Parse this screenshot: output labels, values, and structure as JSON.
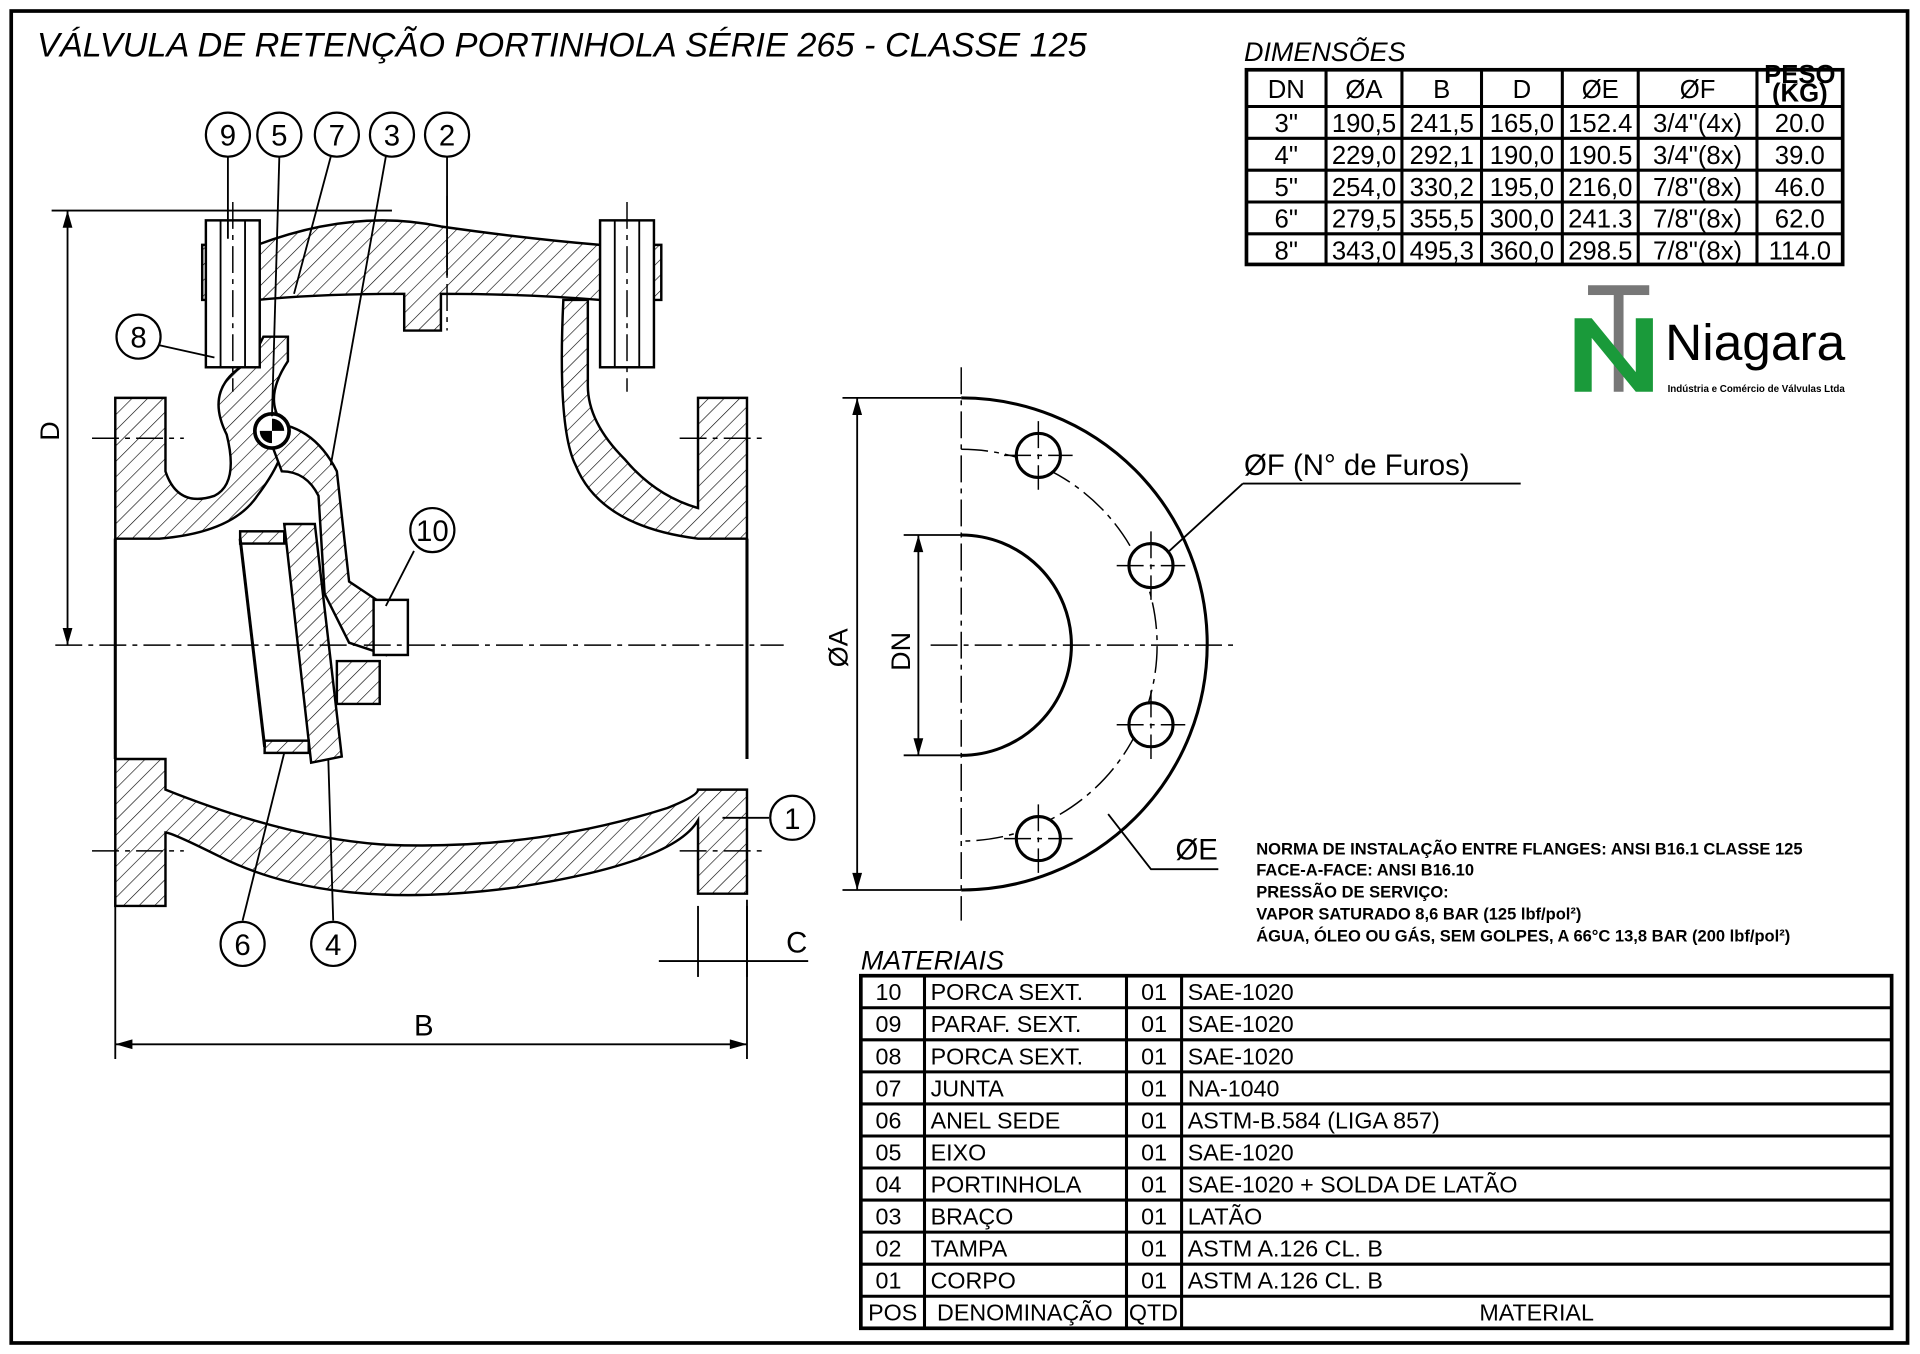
{
  "title": "VÁLVULA DE RETENÇÃO PORTINHOLA SÉRIE 265 - CLASSE 125",
  "dimensions": {
    "heading": "DIMENSÕES",
    "columns": [
      "DN",
      "ØA",
      "B",
      "D",
      "ØE",
      "ØF",
      "PESO",
      "(KG)"
    ],
    "rows": [
      [
        "3\"",
        "190,5",
        "241,5",
        "165,0",
        "152.4",
        "3/4\"(4x)",
        "20.0"
      ],
      [
        "4\"",
        "229,0",
        "292,1",
        "190,0",
        "190.5",
        "3/4\"(8x)",
        "39.0"
      ],
      [
        "5\"",
        "254,0",
        "330,2",
        "195,0",
        "216,0",
        "7/8\"(8x)",
        "46.0"
      ],
      [
        "6\"",
        "279,5",
        "355,5",
        "300,0",
        "241.3",
        "7/8\"(8x)",
        "62.0"
      ],
      [
        "8\"",
        "343,0",
        "495,3",
        "360,0",
        "298.5",
        "7/8\"(8x)",
        "114.0"
      ]
    ]
  },
  "logo": {
    "name": "Niagara",
    "tagline": "Indústria e Comércio de Válvulas Ltda",
    "green": "#1a9a3a"
  },
  "drawing": {
    "balloons": [
      "9",
      "5",
      "7",
      "3",
      "2",
      "8",
      "10",
      "1",
      "6",
      "4"
    ],
    "dim_labels": {
      "D": "D",
      "B": "B",
      "C": "C",
      "A": "ØA",
      "DN": "DN",
      "F": "ØF (N° de Furos)",
      "E": "ØE"
    }
  },
  "notes": [
    "NORMA DE INSTALAÇÃO ENTRE FLANGES: ANSI B16.1 CLASSE 125",
    "FACE-A-FACE: ANSI B16.10",
    "PRESSÃO DE SERVIÇO:",
    "VAPOR SATURADO 8,6 BAR (125 lbf/pol²)",
    "ÁGUA, ÓLEO OU GÁS, SEM GOLPES, A 66°C 13,8 BAR (200 lbf/pol²)"
  ],
  "materials": {
    "heading": "MATERIAIS",
    "rows": [
      [
        "10",
        "PORCA SEXT.",
        "01",
        "SAE-1020"
      ],
      [
        "09",
        "PARAF. SEXT.",
        "01",
        "SAE-1020"
      ],
      [
        "08",
        "PORCA SEXT.",
        "01",
        "SAE-1020"
      ],
      [
        "07",
        "JUNTA",
        "01",
        "NA-1040"
      ],
      [
        "06",
        "ANEL SEDE",
        "01",
        "ASTM-B.584 (LIGA 857)"
      ],
      [
        "05",
        "EIXO",
        "01",
        "SAE-1020"
      ],
      [
        "04",
        "PORTINHOLA",
        "01",
        "SAE-1020 + SOLDA DE LATÃO"
      ],
      [
        "03",
        "BRAÇO",
        "01",
        "LATÃO"
      ],
      [
        "02",
        "TAMPA",
        "01",
        "ASTM A.126 CL. B"
      ],
      [
        "01",
        "CORPO",
        "01",
        "ASTM A.126 CL. B"
      ]
    ],
    "footer": [
      "POS",
      "DENOMINAÇÃO",
      "QTD",
      "MATERIAL"
    ]
  }
}
